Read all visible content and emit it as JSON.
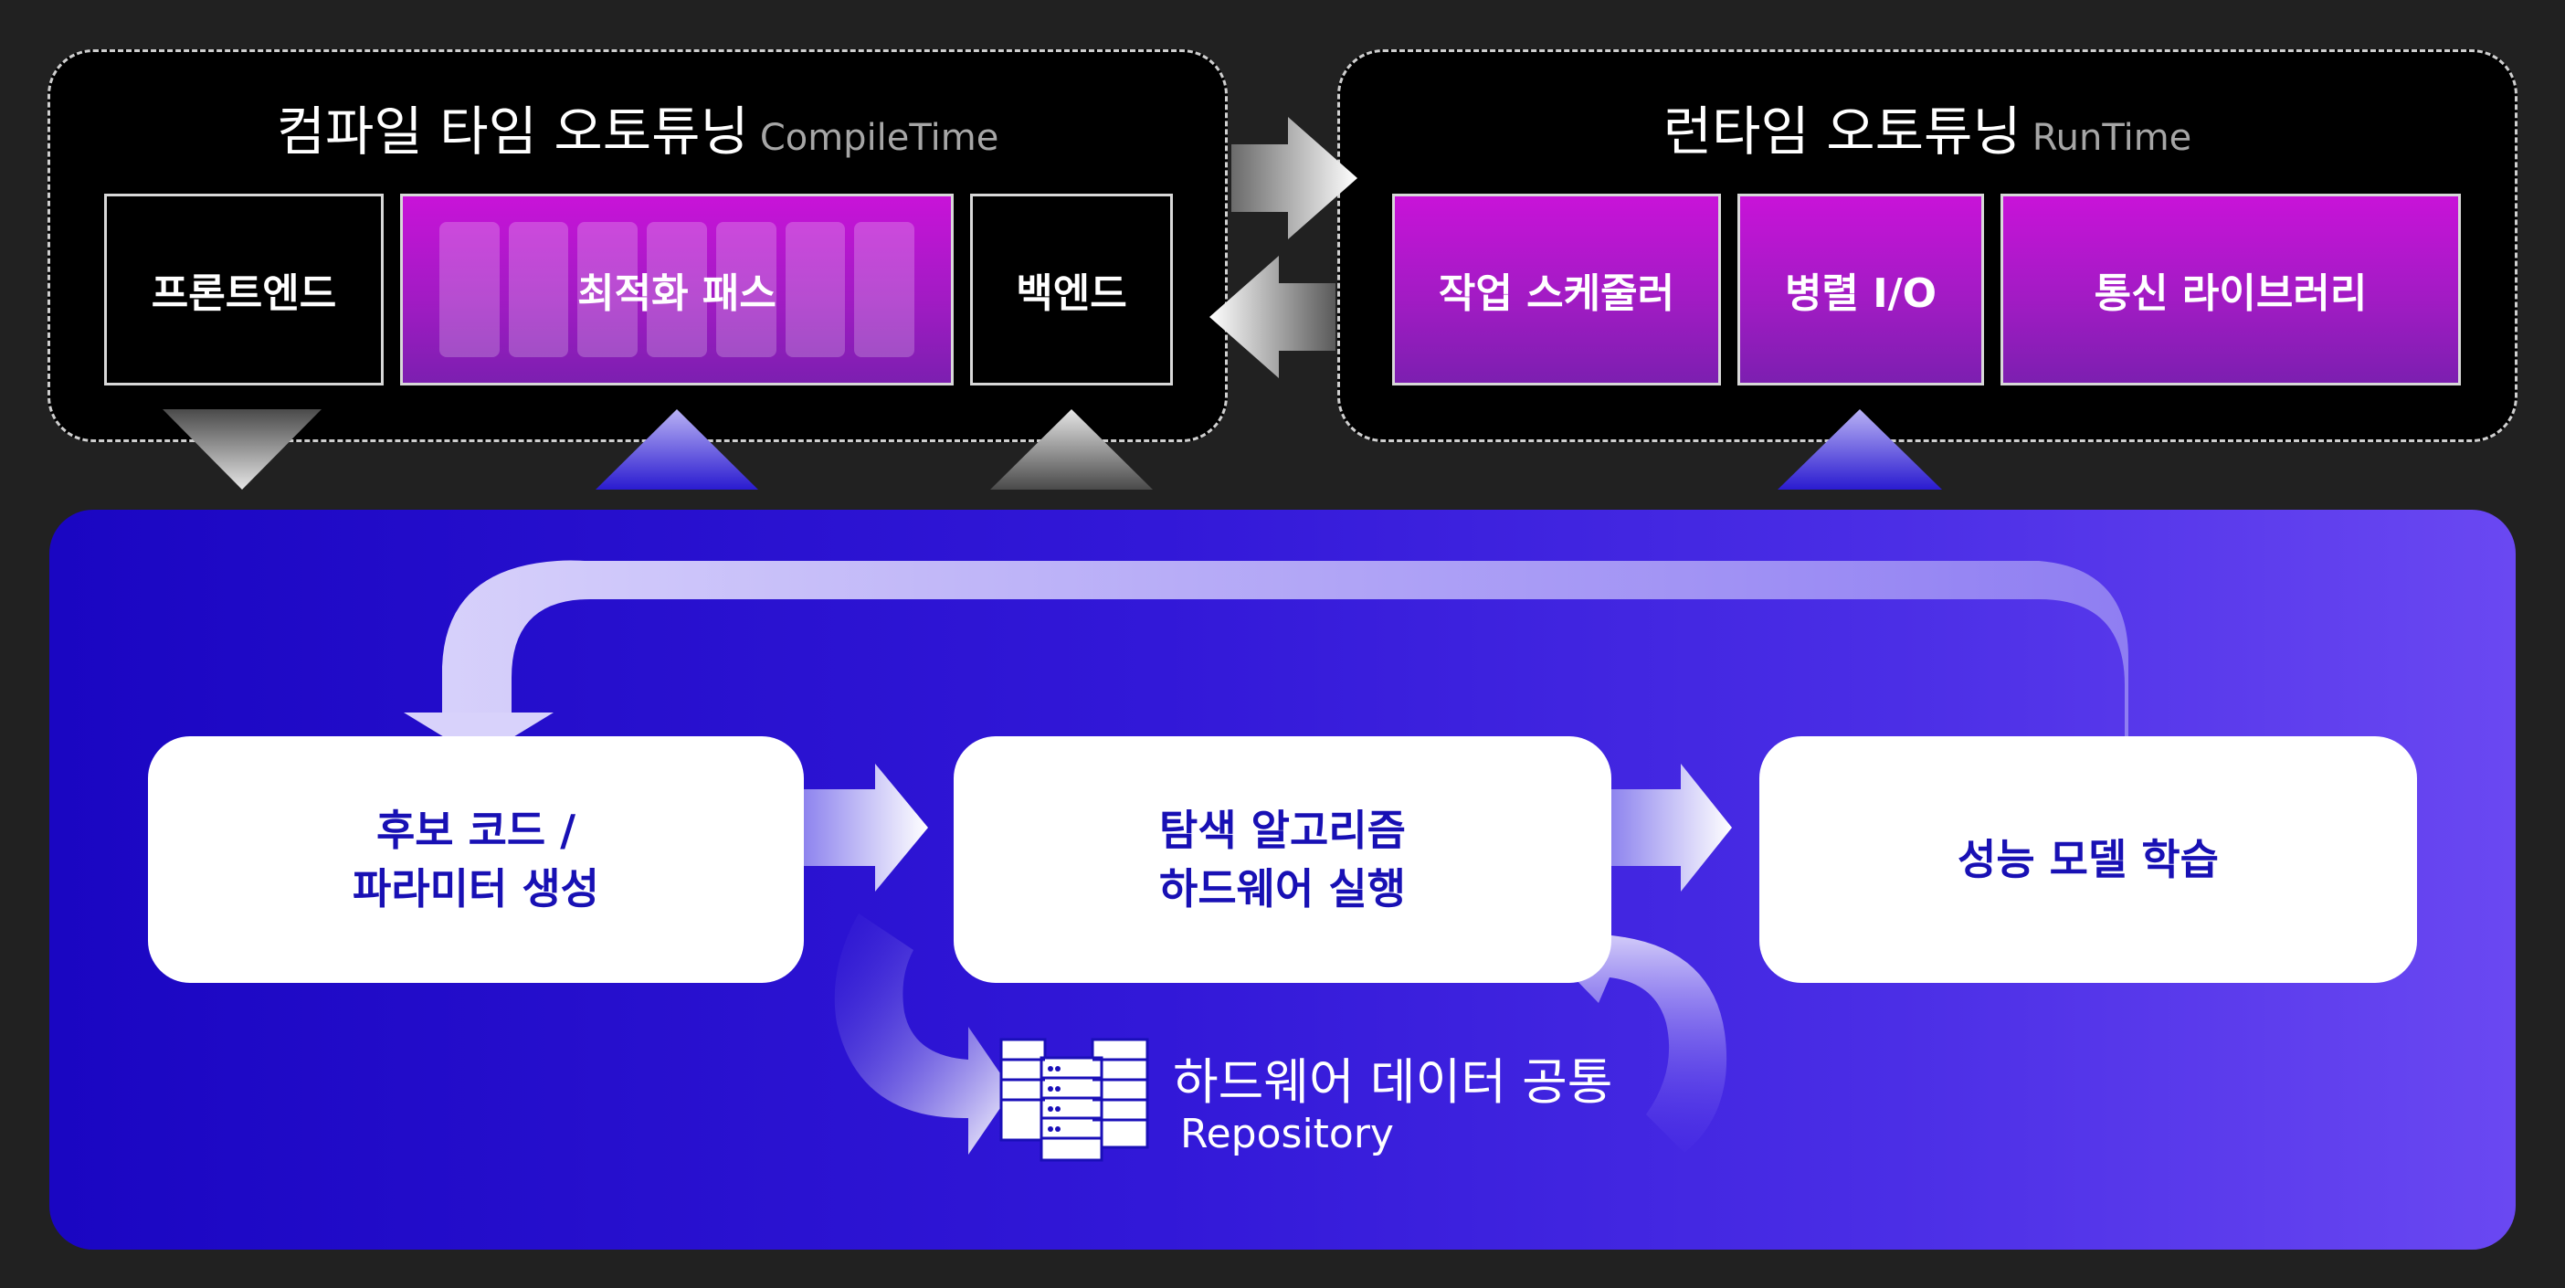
{
  "compile_panel": {
    "title": "컴파일 타임 오토튜닝",
    "subtitle": "CompileTime",
    "boxes": [
      "프론트엔드",
      "최적화 패스",
      "백엔드"
    ]
  },
  "runtime_panel": {
    "title": "런타임 오토튜닝",
    "subtitle": "RunTime",
    "boxes": [
      "작업 스케줄러",
      "병렬 I/O",
      "통신 라이브러리"
    ]
  },
  "stages": [
    {
      "line1": "후보 코드 /",
      "line2": "파라미터 생성"
    },
    {
      "line1": "탐색 알고리즘",
      "line2": "하드웨어 실행"
    },
    {
      "line1": "성능 모델 학습"
    }
  ],
  "repository": {
    "title": "하드웨어 데이터 공통",
    "subtitle": "Repository"
  },
  "colors": {
    "background": "#212121",
    "accent_purple": "#c813d8",
    "blue_panel": "#3218d8",
    "stage_text": "#1810b4"
  }
}
